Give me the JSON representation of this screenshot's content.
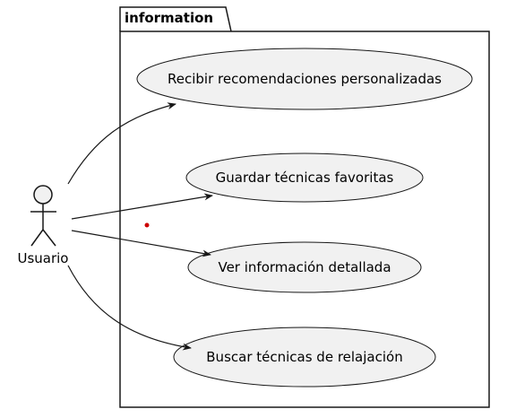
{
  "package": {
    "name": "information"
  },
  "actor": {
    "name": "Usuario"
  },
  "use_cases": [
    {
      "id": "uc-recibir",
      "label": "Recibir recomendaciones personalizadas"
    },
    {
      "id": "uc-guardar",
      "label": "Guardar técnicas favoritas"
    },
    {
      "id": "uc-ver",
      "label": "Ver información detallada"
    },
    {
      "id": "uc-buscar",
      "label": "Buscar técnicas de relajación"
    }
  ],
  "colors": {
    "background": "#ffffff",
    "usecase_fill": "#f1f1f1",
    "stroke": "#181818",
    "text": "#000000",
    "marker_dot": "#cc0000"
  }
}
